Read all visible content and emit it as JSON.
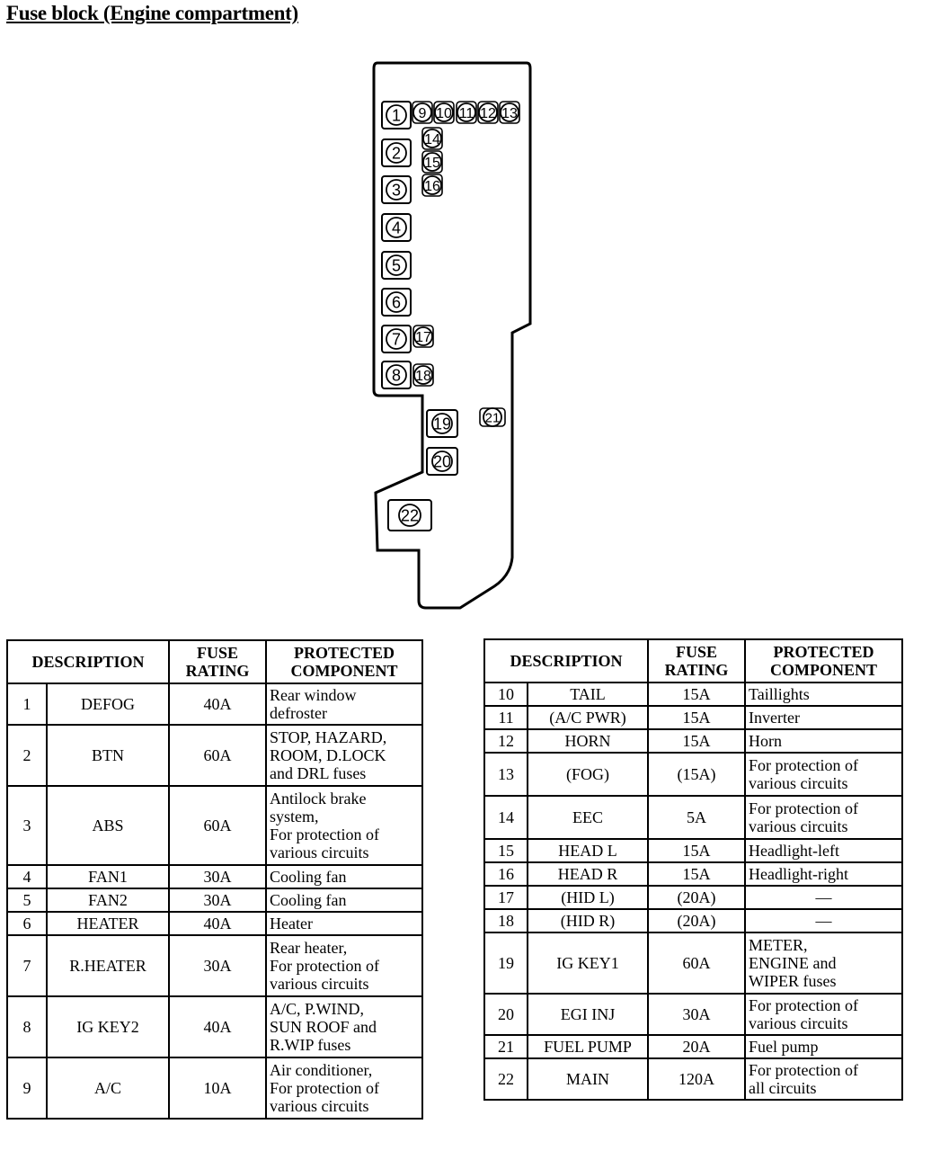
{
  "title": "Fuse block (Engine compartment)",
  "diagram": {
    "fuse_labels": [
      "1",
      "2",
      "3",
      "4",
      "5",
      "6",
      "7",
      "8",
      "9",
      "10",
      "11",
      "12",
      "13",
      "14",
      "15",
      "16",
      "17",
      "18",
      "19",
      "20",
      "21",
      "22"
    ]
  },
  "table_headers": {
    "description": "DESCRIPTION",
    "rating": "FUSE\nRATING",
    "component": "PROTECTED\nCOMPONENT"
  },
  "table_left": [
    {
      "no": "1",
      "desc": "DEFOG",
      "rating": "40A",
      "comp": "Rear window\ndefroster"
    },
    {
      "no": "2",
      "desc": "BTN",
      "rating": "60A",
      "comp": "STOP, HAZARD,\nROOM, D.LOCK\nand DRL fuses"
    },
    {
      "no": "3",
      "desc": "ABS",
      "rating": "60A",
      "comp": "Antilock brake\nsystem,\nFor protection of\nvarious circuits"
    },
    {
      "no": "4",
      "desc": "FAN1",
      "rating": "30A",
      "comp": "Cooling fan"
    },
    {
      "no": "5",
      "desc": "FAN2",
      "rating": "30A",
      "comp": "Cooling fan"
    },
    {
      "no": "6",
      "desc": "HEATER",
      "rating": "40A",
      "comp": "Heater"
    },
    {
      "no": "7",
      "desc": "R.HEATER",
      "rating": "30A",
      "comp": "Rear heater,\nFor protection of\nvarious circuits"
    },
    {
      "no": "8",
      "desc": "IG KEY2",
      "rating": "40A",
      "comp": "A/C, P.WIND,\nSUN ROOF and\nR.WIP fuses"
    },
    {
      "no": "9",
      "desc": "A/C",
      "rating": "10A",
      "comp": "Air conditioner,\nFor protection of\nvarious circuits"
    }
  ],
  "table_right": [
    {
      "no": "10",
      "desc": "TAIL",
      "rating": "15A",
      "comp": "Taillights"
    },
    {
      "no": "11",
      "desc": "(A/C PWR)",
      "rating": "15A",
      "comp": "Inverter"
    },
    {
      "no": "12",
      "desc": "HORN",
      "rating": "15A",
      "comp": "Horn"
    },
    {
      "no": "13",
      "desc": "(FOG)",
      "rating": "(15A)",
      "comp": "For protection of\nvarious circuits"
    },
    {
      "no": "14",
      "desc": "EEC",
      "rating": "5A",
      "comp": "For protection of\nvarious circuits"
    },
    {
      "no": "15",
      "desc": "HEAD L",
      "rating": "15A",
      "comp": "Headlight-left"
    },
    {
      "no": "16",
      "desc": "HEAD R",
      "rating": "15A",
      "comp": "Headlight-right"
    },
    {
      "no": "17",
      "desc": "(HID L)",
      "rating": "(20A)",
      "comp": "—"
    },
    {
      "no": "18",
      "desc": "(HID R)",
      "rating": "(20A)",
      "comp": "—"
    },
    {
      "no": "19",
      "desc": "IG KEY1",
      "rating": "60A",
      "comp": "METER,\nENGINE and\nWIPER fuses"
    },
    {
      "no": "20",
      "desc": "EGI INJ",
      "rating": "30A",
      "comp": "For protection of\nvarious circuits"
    },
    {
      "no": "21",
      "desc": "FUEL PUMP",
      "rating": "20A",
      "comp": "Fuel pump"
    },
    {
      "no": "22",
      "desc": "MAIN",
      "rating": "120A",
      "comp": "For protection of\nall circuits"
    }
  ]
}
